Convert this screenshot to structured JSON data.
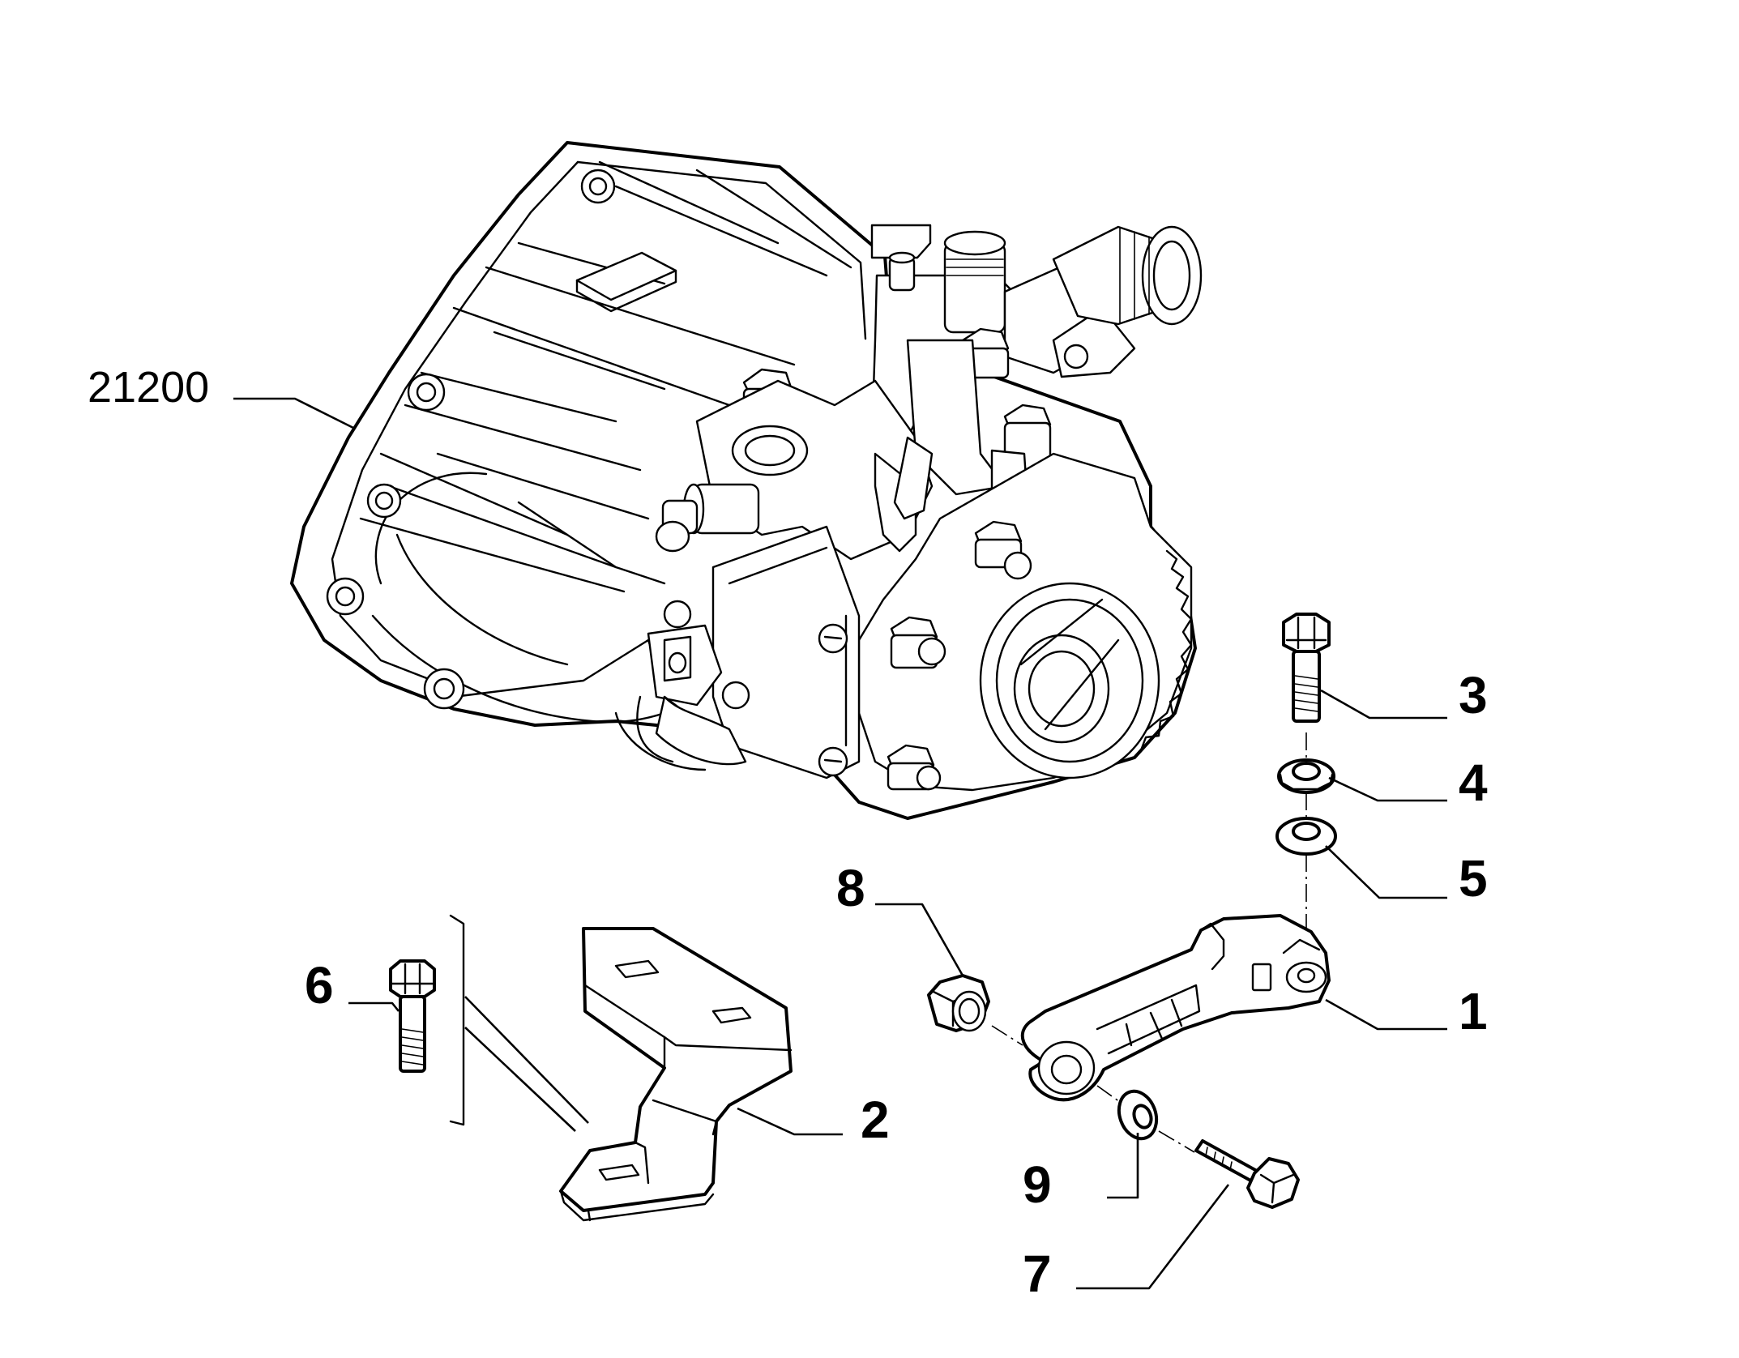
{
  "diagram": {
    "reference_label": "21200",
    "callouts": {
      "c1": "1",
      "c2": "2",
      "c3": "3",
      "c4": "4",
      "c5": "5",
      "c6": "6",
      "c7": "7",
      "c8": "8",
      "c9": "9"
    },
    "parts": {
      "gearbox": "gearbox-assembly",
      "mount_arm": "engine-mount-arm",
      "bracket": "bracket",
      "bolt_top": "bolt",
      "washer_top": "washer",
      "washer_mid": "washer",
      "bolt_left": "bolt",
      "bolt_bottom": "bolt",
      "nut": "flange-nut",
      "washer_bottom": "washer"
    },
    "colors": {
      "ink": "#000000",
      "paper": "#ffffff"
    }
  }
}
